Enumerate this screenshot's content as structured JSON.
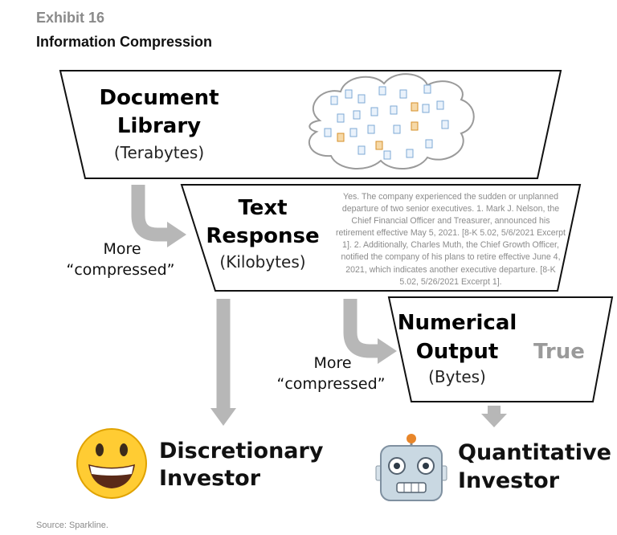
{
  "header": {
    "exhibit": "Exhibit 16",
    "title": "Information Compression"
  },
  "funnels": {
    "library": {
      "line1": "Document",
      "line2": "Library",
      "unit": "(Terabytes)"
    },
    "text": {
      "line1": "Text",
      "line2": "Response",
      "unit": "(Kilobytes)"
    },
    "numerical": {
      "line1": "Numerical",
      "line2": "Output",
      "unit": "(Bytes)",
      "value": "True"
    }
  },
  "text_response_sample": "Yes. The company experienced the sudden or unplanned departure of two senior executives. 1. Mark J. Nelson, the Chief Financial Officer and Treasurer, announced his retirement effective May 5, 2021. [8-K 5.02, 5/6/2021 Excerpt 1]. 2. Additionally, Charles Muth, the Chief Growth Officer, notified the company of his plans to retire effective June 4, 2021, which indicates another executive departure. [8-K 5.02, 5/26/2021 Excerpt 1].",
  "arrows": {
    "more_label": "More",
    "compressed_label": "“compressed”"
  },
  "investors": {
    "discretionary": {
      "line1": "Discretionary",
      "line2": "Investor",
      "icon": "grinning-face-icon"
    },
    "quantitative": {
      "line1": "Quantitative",
      "line2": "Investor",
      "icon": "robot-face-icon"
    }
  },
  "footer": {
    "source": "Source: Sparkline."
  },
  "colors": {
    "arrow": "#b7b7b7",
    "funnel_stroke": "#111111",
    "true_text": "#9a9a9a"
  }
}
